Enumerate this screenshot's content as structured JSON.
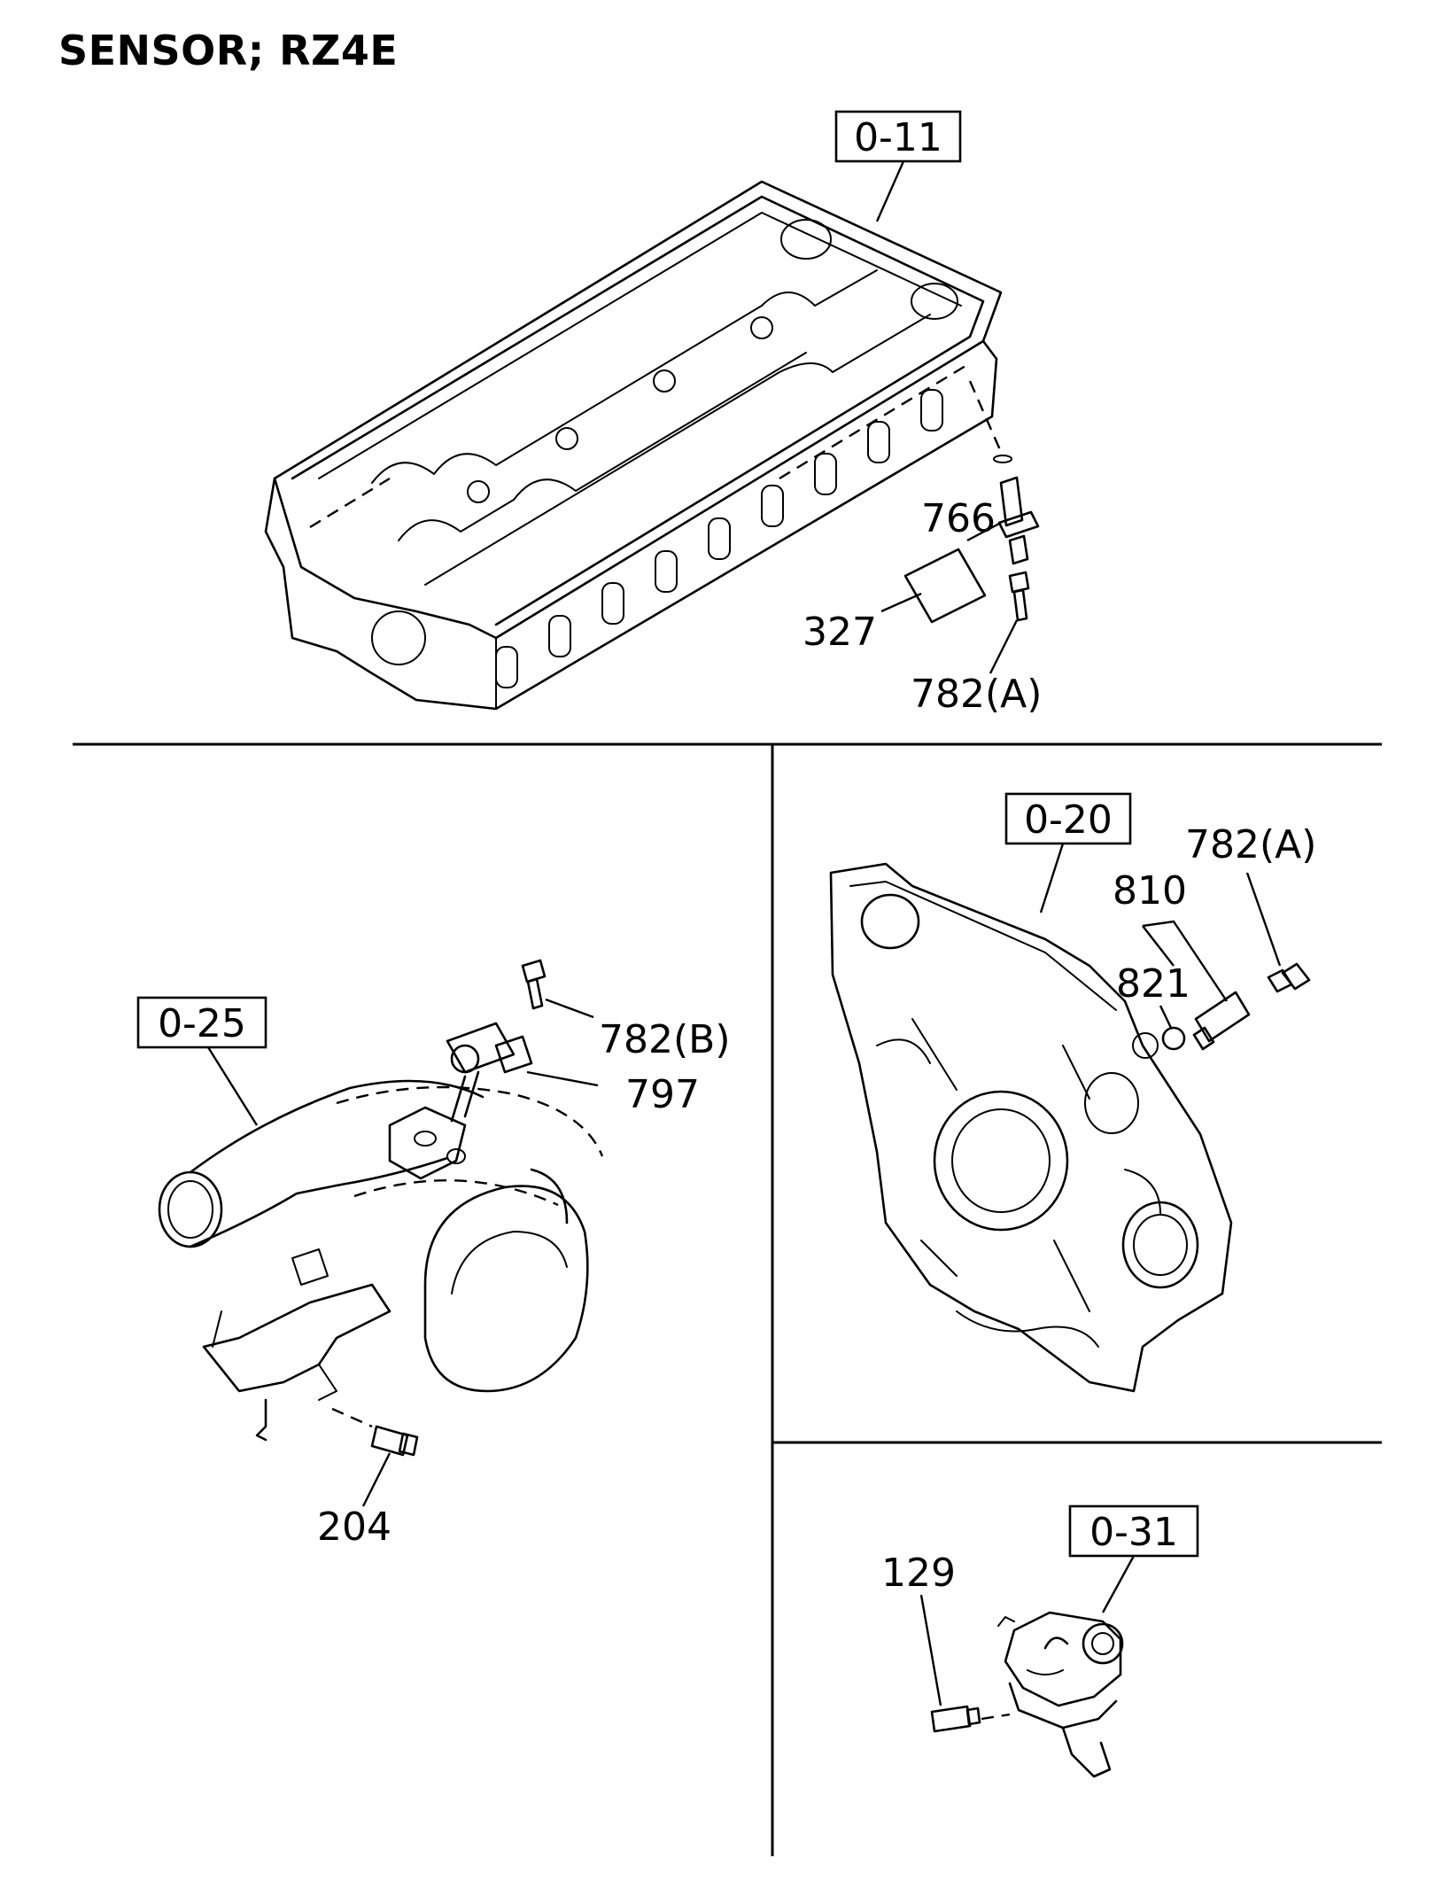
{
  "title": "SENSOR; RZ4E",
  "sections": [
    {
      "ref": "0-11",
      "parts": [
        "766",
        "327",
        "782(A)"
      ]
    },
    {
      "ref": "0-25",
      "parts": [
        "782(B)",
        "797",
        "204"
      ]
    },
    {
      "ref": "0-20",
      "parts": [
        "782(A)",
        "810",
        "821"
      ]
    },
    {
      "ref": "0-31",
      "parts": [
        "129"
      ]
    }
  ]
}
